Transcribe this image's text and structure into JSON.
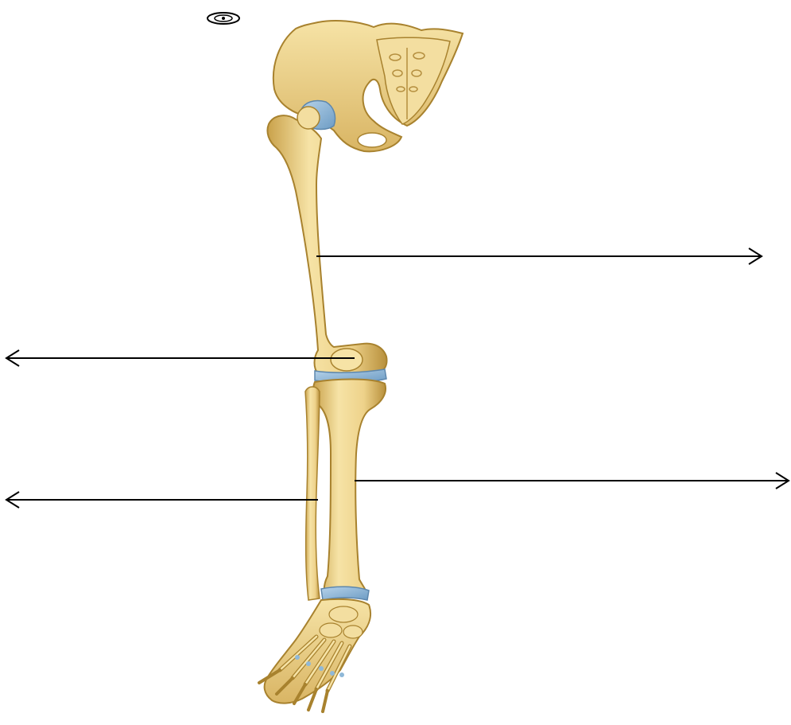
{
  "diagram": {
    "subject": "lower-limb-skeleton",
    "palette": {
      "bone": "#eed28a",
      "bone_shadow": "#c9a14a",
      "bone_highlight": "#fbeec0",
      "cartilage": "#8fb8d8",
      "arrow": "#000000",
      "background": "#ffffff"
    },
    "labels": [
      {
        "id": "femur-pointer",
        "text": ""
      },
      {
        "id": "knee-pointer",
        "text": ""
      },
      {
        "id": "fibula-pointer",
        "text": ""
      },
      {
        "id": "tibia-pointer",
        "text": ""
      }
    ]
  }
}
